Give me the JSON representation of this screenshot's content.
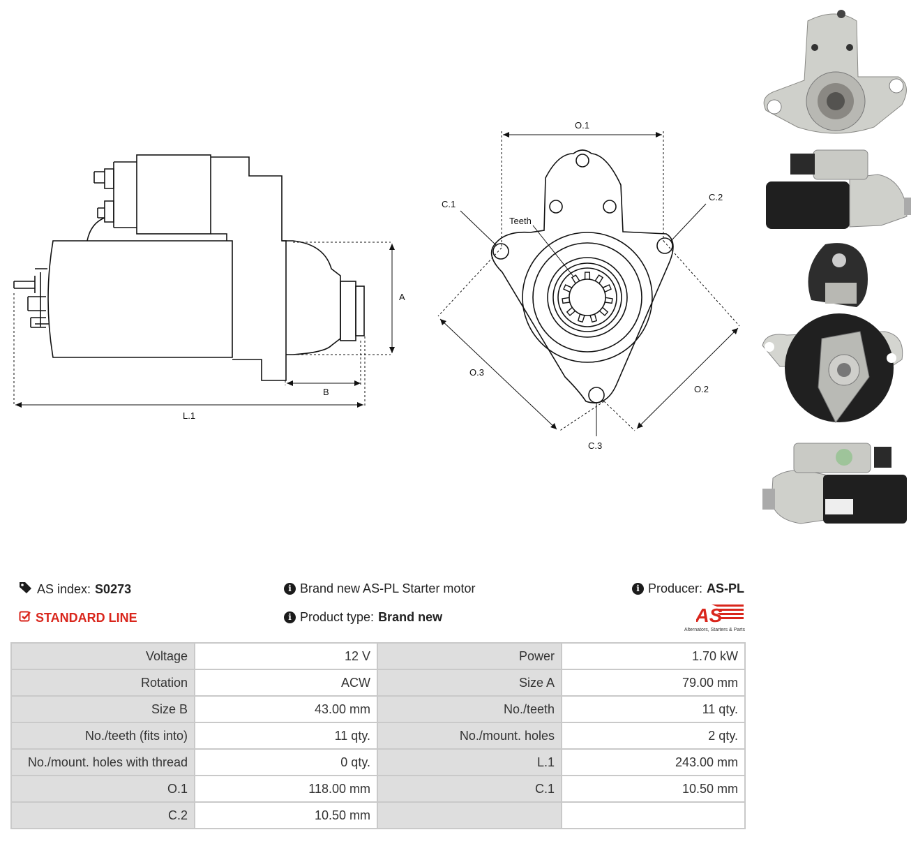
{
  "drawing": {
    "labels": {
      "A": "A",
      "B": "B",
      "L1": "L.1",
      "O1": "O.1",
      "O2": "O.2",
      "O3": "O.3",
      "C1": "C.1",
      "C2": "C.2",
      "C3": "C.3",
      "teeth": "Teeth"
    }
  },
  "photos": [
    {
      "name": "front-view-photo"
    },
    {
      "name": "side-view-photo"
    },
    {
      "name": "rear-view-photo"
    },
    {
      "name": "side-view-label-photo"
    }
  ],
  "header": {
    "as_index_label": "AS index:",
    "as_index_value": "S0273",
    "line": "STANDARD LINE",
    "description": "Brand new AS-PL Starter motor",
    "product_type_label": "Product type:",
    "product_type_value": "Brand new",
    "producer_label": "Producer:",
    "producer_value": "AS-PL",
    "logo_text": "AS",
    "logo_subtitle": "Alternators, Starters & Parts"
  },
  "specs": [
    {
      "l1": "Voltage",
      "v1": "12 V",
      "l2": "Power",
      "v2": "1.70 kW"
    },
    {
      "l1": "Rotation",
      "v1": "ACW",
      "l2": "Size A",
      "v2": "79.00 mm"
    },
    {
      "l1": "Size B",
      "v1": "43.00 mm",
      "l2": "No./teeth",
      "v2": "11 qty."
    },
    {
      "l1": "No./teeth (fits into)",
      "v1": "11 qty.",
      "l2": "No./mount. holes",
      "v2": "2 qty."
    },
    {
      "l1": "No./mount. holes with thread",
      "v1": "0 qty.",
      "l2": "L.1",
      "v2": "243.00 mm"
    },
    {
      "l1": "O.1",
      "v1": "118.00 mm",
      "l2": "C.1",
      "v2": "10.50 mm"
    },
    {
      "l1": "C.2",
      "v1": "10.50 mm",
      "l2": "",
      "v2": ""
    }
  ],
  "colors": {
    "accent": "#d9261c",
    "label_bg": "#dedede",
    "border": "#c9c9c9"
  }
}
